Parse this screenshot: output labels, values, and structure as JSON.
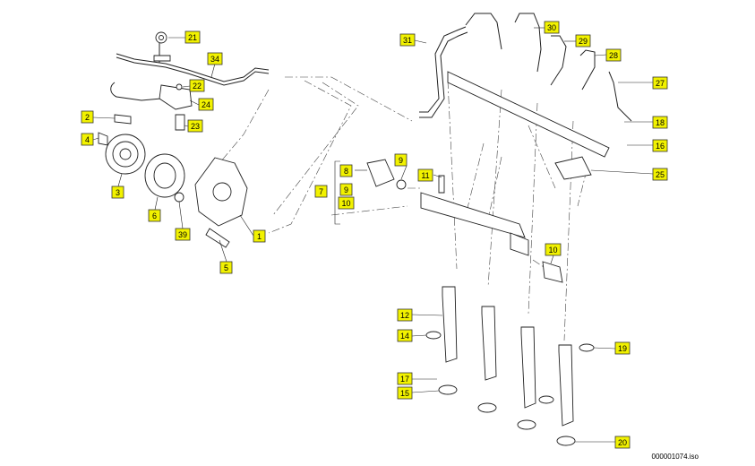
{
  "diagram": {
    "footer_code": "000001074.iso",
    "callouts": [
      "21",
      "34",
      "22",
      "24",
      "23",
      "2",
      "4",
      "3",
      "6",
      "39",
      "5",
      "1",
      "8",
      "9",
      "7",
      "9",
      "10",
      "11",
      "31",
      "30",
      "29",
      "28",
      "27",
      "18",
      "16",
      "25",
      "10",
      "12",
      "14",
      "17",
      "15",
      "19",
      "20"
    ]
  }
}
